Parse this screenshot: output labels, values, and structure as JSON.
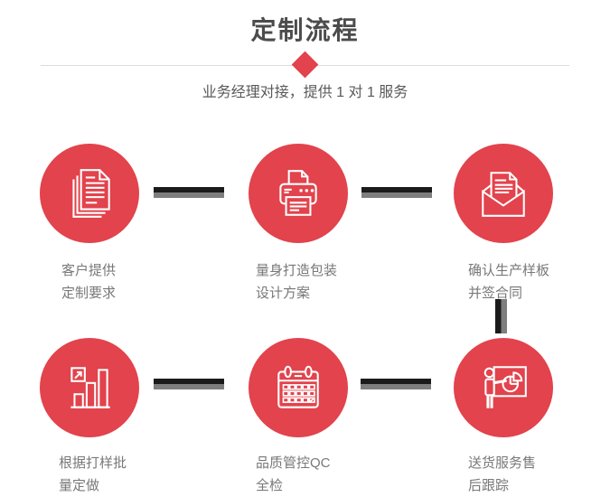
{
  "header": {
    "title": "定制流程",
    "subtitle": "业务经理对接，提供 1 对 1 服务"
  },
  "colors": {
    "accent_red": "#e2434c",
    "title_gray": "#4c4c4c",
    "subtitle_gray": "#595959",
    "label_gray": "#787878",
    "connector_dark": "#1b1b1b",
    "connector_light": "#7e7e7e",
    "divider_gray": "#dcdcdc",
    "icon_stroke": "#ffffff"
  },
  "steps": [
    {
      "icon": "documents-icon",
      "label_line1": "客户提供",
      "label_line2": "定制要求"
    },
    {
      "icon": "printer-icon",
      "label_line1": "量身打造包装",
      "label_line2": "设计方案"
    },
    {
      "icon": "envelope-icon",
      "label_line1": "确认生产样板",
      "label_line2": "并签合同"
    },
    {
      "icon": "bar-chart-icon",
      "label_line1": "根据打样批",
      "label_line2": "量定做"
    },
    {
      "icon": "calendar-icon",
      "label_line1": "品质管控QC",
      "label_line2": "全检"
    },
    {
      "icon": "presentation-icon",
      "label_line1": "送货服务售",
      "label_line2": "后跟踪"
    }
  ]
}
